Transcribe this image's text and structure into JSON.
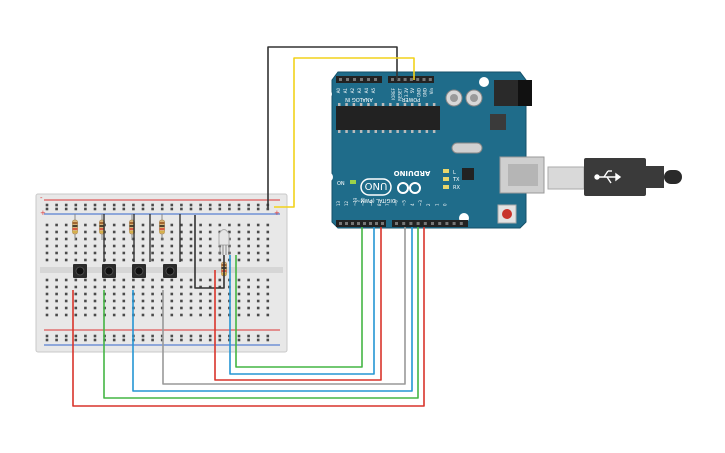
{
  "board": {
    "brand": "ARDUINO",
    "model": "UNO",
    "power_header": "POWER",
    "analog_header": "ANALOG IN",
    "digital_header": "DIGITAL (PWM~)",
    "led_tx": "TX",
    "led_rx": "RX",
    "led_l": "L",
    "led_on": "ON",
    "aref": "AREF",
    "gnd": "GND",
    "analog_pins": [
      "A0",
      "A1",
      "A2",
      "A3",
      "A4",
      "A5"
    ],
    "power_pins": [
      "Vin",
      "GND",
      "GND",
      "5V",
      "3.3V",
      "RESET",
      "IOREF"
    ],
    "digital_pins": [
      "0",
      "1",
      "2",
      "~3",
      "4",
      "~5",
      "~6",
      "7",
      "8",
      "~9",
      "~10",
      "~11",
      "12",
      "13"
    ]
  },
  "breadboard": {
    "rail_minus": "-",
    "rail_plus": "+"
  },
  "colors": {
    "board": "#1f6c8a",
    "breadboard": "#e6e6e6",
    "wire_black": "#333333",
    "wire_yellow": "#f2d21b",
    "wire_red": "#d9342b",
    "wire_green": "#44b544",
    "wire_blue": "#2596d4",
    "wire_gray": "#999999",
    "usb": "#333333"
  }
}
